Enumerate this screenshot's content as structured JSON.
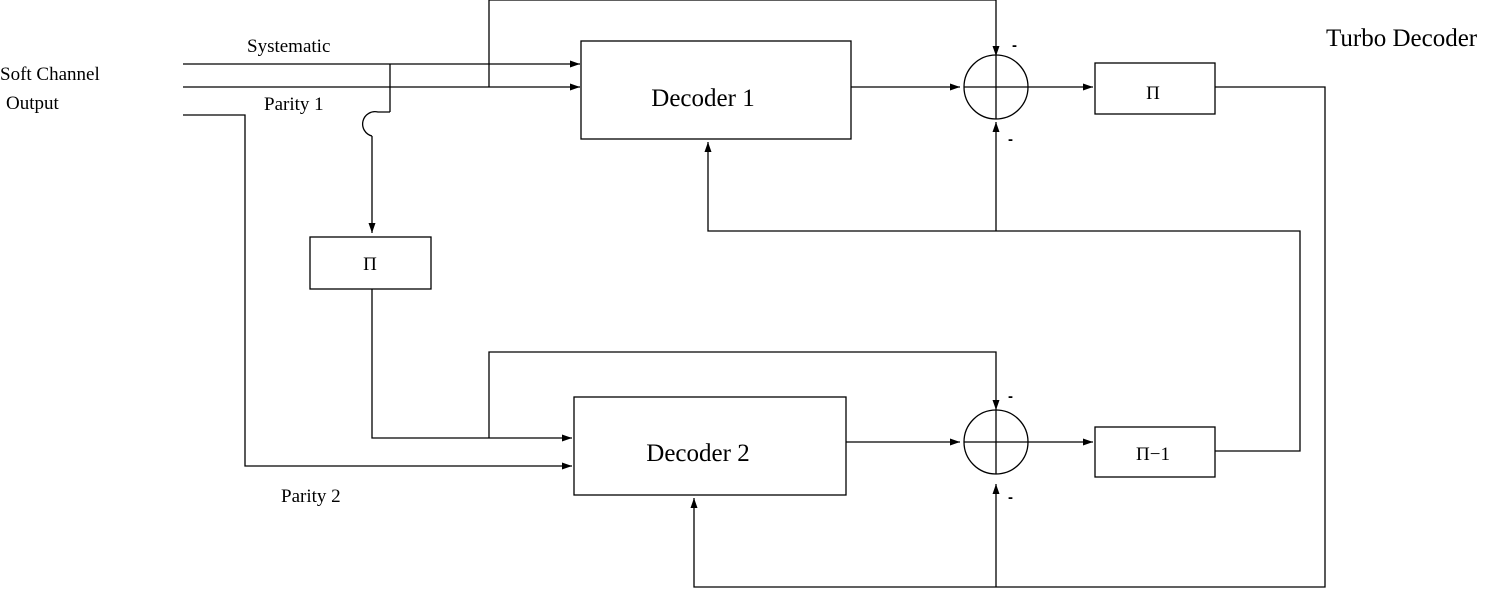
{
  "title": "Turbo Decoder",
  "input_label": {
    "line1": "Soft Channel",
    "line2": "Output"
  },
  "signals": {
    "systematic": "Systematic",
    "parity1": "Parity 1",
    "parity2": "Parity 2"
  },
  "decoders": {
    "decoder1": "Decoder 1",
    "decoder2": "Decoder 2"
  },
  "interleavers": {
    "input": "Π",
    "extrinsic": "Π",
    "deinterleaver": "Π−1"
  },
  "sign_minus": "-"
}
